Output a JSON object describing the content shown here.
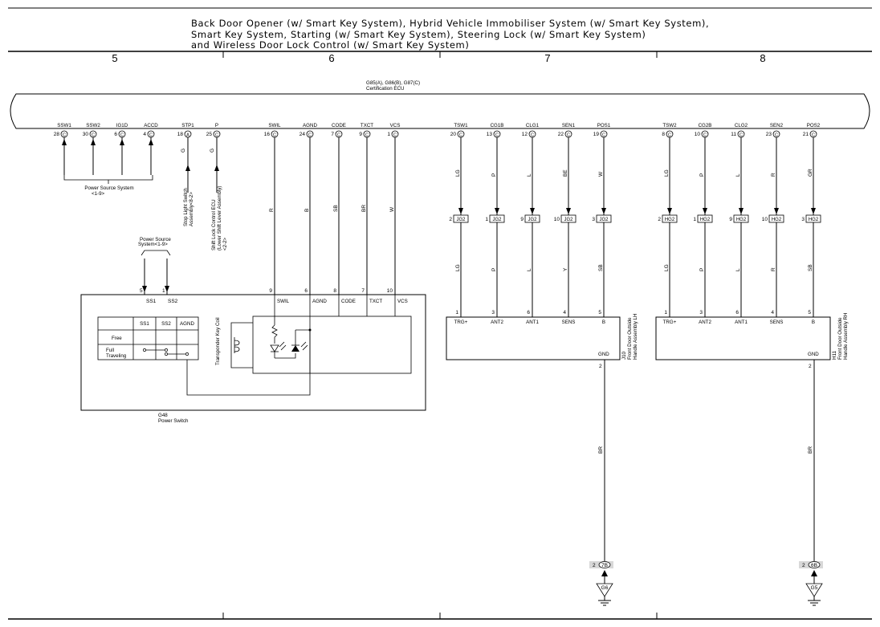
{
  "title_lines": [
    "Back Door Opener (w/ Smart Key System),  Hybrid Vehicle Immobiliser System (w/ Smart Key System),",
    "Smart Key System,  Starting (w/ Smart Key System),  Steering Lock (w/ Smart Key System)",
    "and Wireless Door Lock Control (w/ Smart Key System)"
  ],
  "zones": [
    "5",
    "6",
    "7",
    "8"
  ],
  "ecu": {
    "code": "G85(A), G86(B), G87(C)",
    "name": "Certification ECU"
  },
  "ecu_pins": [
    {
      "label": "SSW1",
      "num": "28",
      "conn": "C"
    },
    {
      "label": "SSW2",
      "num": "30",
      "conn": "C"
    },
    {
      "label": "IG1D",
      "num": "6",
      "conn": "C"
    },
    {
      "label": "ACCD",
      "num": "4",
      "conn": "C"
    },
    {
      "label": "STP1",
      "num": "18",
      "conn": "A"
    },
    {
      "label": "P",
      "num": "25",
      "conn": "C"
    },
    {
      "label": "SWIL",
      "num": "16",
      "conn": "C"
    },
    {
      "label": "AGND",
      "num": "24",
      "conn": "C"
    },
    {
      "label": "CODE",
      "num": "7",
      "conn": "C"
    },
    {
      "label": "TXCT",
      "num": "9",
      "conn": "C"
    },
    {
      "label": "VCS",
      "num": "1",
      "conn": "C"
    },
    {
      "label": "TSW1",
      "num": "20",
      "conn": "C"
    },
    {
      "label": "CG1B",
      "num": "13",
      "conn": "C"
    },
    {
      "label": "CLG1",
      "num": "12",
      "conn": "C"
    },
    {
      "label": "SEN1",
      "num": "22",
      "conn": "C"
    },
    {
      "label": "POS1",
      "num": "19",
      "conn": "C"
    },
    {
      "label": "TSW2",
      "num": "8",
      "conn": "C"
    },
    {
      "label": "CG2B",
      "num": "10",
      "conn": "C"
    },
    {
      "label": "CLG2",
      "num": "11",
      "conn": "C"
    },
    {
      "label": "SEN2",
      "num": "23",
      "conn": "C"
    },
    {
      "label": "POS2",
      "num": "21",
      "conn": "C"
    }
  ],
  "power_source_label": "Power Source System",
  "power_source_ref": "<1-9>",
  "power_source_label2": "Power Source",
  "power_source_ref2": "System<1-9>",
  "stp_wire": "G",
  "p_wire": "G",
  "stop_light_switch": [
    "Stop Light Switch",
    "Assembly<8-2>"
  ],
  "shift_lock_ecu": [
    "Shift Lock Control ECU",
    "(Lower Shift Lever Assembly)",
    "<2-2>"
  ],
  "g48_wire_colors": [
    "R",
    "B",
    "SB",
    "BR",
    "W"
  ],
  "g48_pin_numbers": [
    "9",
    "6",
    "8",
    "7",
    "10"
  ],
  "g48_terminals": [
    "SWIL",
    "AGND",
    "CODE",
    "TXCT",
    "VCS"
  ],
  "ss_pin_numbers": [
    "5",
    "1"
  ],
  "ss_terminals": [
    "SS1",
    "SS2"
  ],
  "switch_table": {
    "headers": [
      "SS1",
      "SS2",
      "AGND"
    ],
    "rows": [
      "Free",
      "Full",
      "Traveling"
    ]
  },
  "transponder": "Transponder Key Coil",
  "g48": {
    "code": "G48",
    "name": "Power Switch"
  },
  "lh": {
    "upper_wires": [
      "LG",
      "P",
      "L",
      "BE",
      "W"
    ],
    "junction_pins": [
      "2",
      "1",
      "9",
      "10",
      "3"
    ],
    "junction_label": "JG2",
    "lower_wires": [
      "LG",
      "P",
      "L",
      "Y",
      "SB"
    ],
    "pin_numbers": [
      "1",
      "3",
      "6",
      "4",
      "5"
    ],
    "terminals": [
      "TRG+",
      "ANT2",
      "ANT1",
      "SENS",
      "B"
    ],
    "gnd_label": "GND",
    "gnd_pin": "2",
    "code": "J10",
    "name": [
      "Front Door Outside",
      "Handle Assembly LH"
    ],
    "gnd_wire": "BR",
    "ground_pin": "2",
    "ground_conn": "7B",
    "ground_label": "G6"
  },
  "rh": {
    "upper_wires": [
      "LG",
      "P",
      "L",
      "R",
      "GR"
    ],
    "junction_pins": [
      "2",
      "1",
      "9",
      "10",
      "3"
    ],
    "junction_label": "HG2",
    "lower_wires": [
      "LG",
      "P",
      "L",
      "R",
      "SB"
    ],
    "pin_numbers": [
      "1",
      "3",
      "6",
      "4",
      "5"
    ],
    "terminals": [
      "TRG+",
      "ANT2",
      "ANT1",
      "SENS",
      "B"
    ],
    "gnd_label": "GND",
    "gnd_pin": "2",
    "code": "H11",
    "name": [
      "Front Door Outside",
      "Handle Assembly RH"
    ],
    "gnd_wire": "BR",
    "ground_pin": "2",
    "ground_conn": "6B",
    "ground_label": "G5"
  }
}
